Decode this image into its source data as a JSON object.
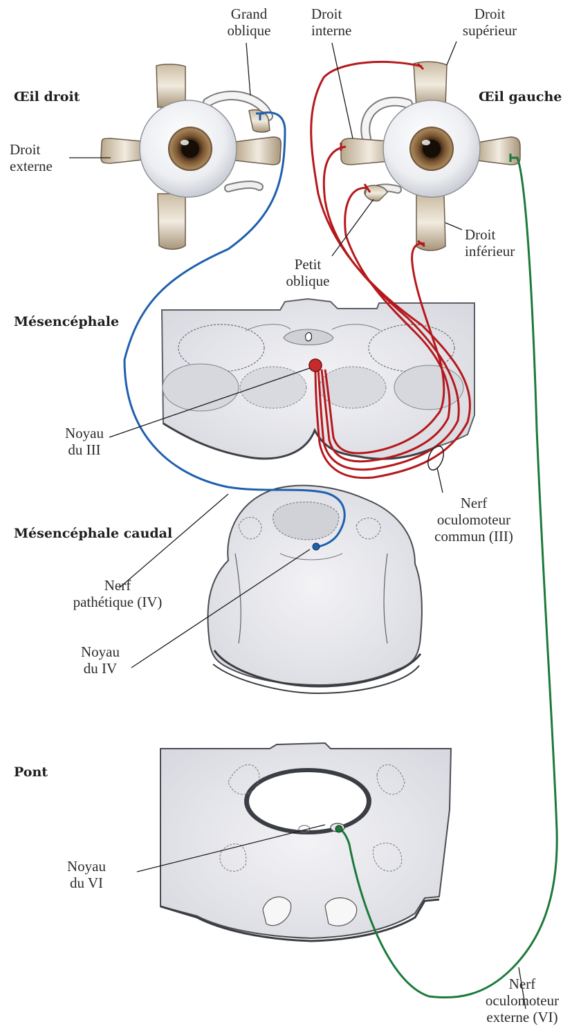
{
  "sections": {
    "right_eye": "Œil droit",
    "left_eye": "Œil gauche",
    "midbrain": "Mésencéphale",
    "caudal_midbrain": "Mésencéphale caudal",
    "pons": "Pont"
  },
  "labels": {
    "superior_oblique": [
      "Grand",
      "oblique"
    ],
    "medial_rectus": [
      "Droit",
      "interne"
    ],
    "superior_rectus": [
      "Droit",
      "supérieur"
    ],
    "lateral_rectus": [
      "Droit",
      "externe"
    ],
    "inferior_oblique": [
      "Petit",
      "oblique"
    ],
    "inferior_rectus": [
      "Droit",
      "inférieur"
    ],
    "nucleus_iii": [
      "Noyau",
      "du III"
    ],
    "nerve_iii": [
      "Nerf",
      "oculomoteur",
      "commun (III)"
    ],
    "nerve_iv": [
      "Nerf",
      "pathétique (IV)"
    ],
    "nucleus_iv": [
      "Noyau",
      "du IV"
    ],
    "nucleus_vi": [
      "Noyau",
      "du VI"
    ],
    "nerve_vi": [
      "Nerf",
      "oculomoteur",
      "externe (VI)"
    ]
  },
  "colors": {
    "nerve_iii": "#b5181c",
    "nerve_iv": "#1e5fae",
    "nerve_vi": "#1b7a3a",
    "muscle": "#d8ccb6",
    "tissue": "#e4e5ea"
  }
}
